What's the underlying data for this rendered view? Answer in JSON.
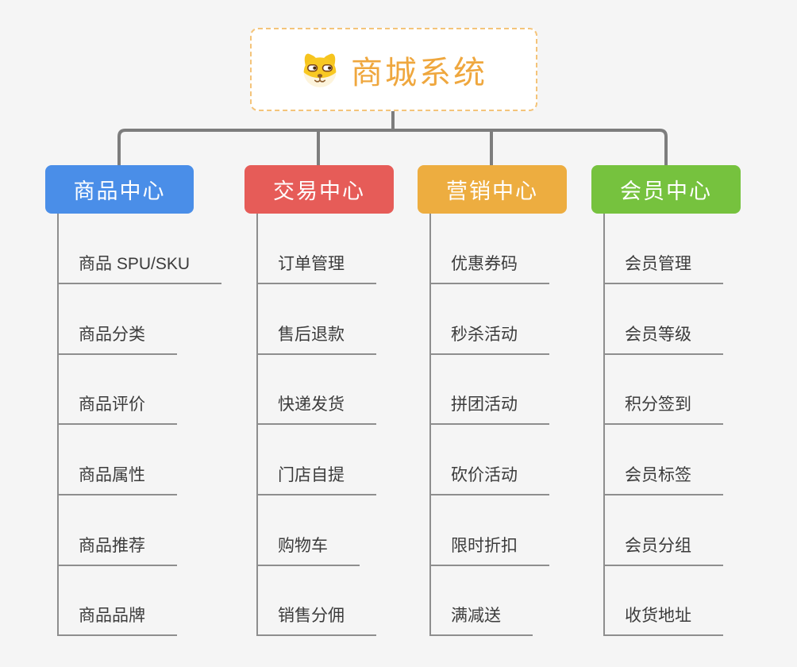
{
  "root": {
    "title": "商城系统",
    "icon": "dog-face-icon"
  },
  "branches": [
    {
      "label": "商品中心",
      "color": "#4a8ee8",
      "children": [
        "商品 SPU/SKU",
        "商品分类",
        "商品评价",
        "商品属性",
        "商品推荐",
        "商品品牌"
      ]
    },
    {
      "label": "交易中心",
      "color": "#e65c58",
      "children": [
        "订单管理",
        "售后退款",
        "快递发货",
        "门店自提",
        "购物车",
        "销售分佣"
      ]
    },
    {
      "label": "营销中心",
      "color": "#edad40",
      "children": [
        "优惠券码",
        "秒杀活动",
        "拼团活动",
        "砍价活动",
        "限时折扣",
        "满减送"
      ]
    },
    {
      "label": "会员中心",
      "color": "#76c23e",
      "children": [
        "会员管理",
        "会员等级",
        "积分签到",
        "会员标签",
        "会员分组",
        "收货地址"
      ]
    }
  ],
  "colors": {
    "background": "#f5f5f5",
    "root_border": "#f4c47a",
    "root_text": "#efa73e",
    "connector_thick": "#7d7d7d",
    "connector_thin": "#8e8e8e",
    "child_text": "#3c3c3c"
  }
}
